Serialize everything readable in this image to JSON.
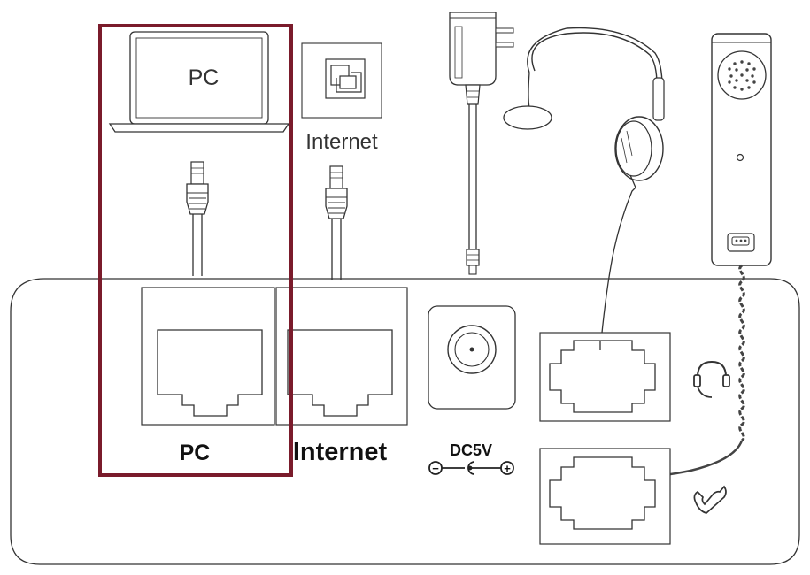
{
  "labels": {
    "laptop_label": "PC",
    "internet_label": "Internet",
    "pc_port_label": "PC",
    "internet_port_label": "Internet",
    "power_label": "DC5V",
    "polarity_minus": "−",
    "polarity_plus": "+"
  },
  "colors": {
    "highlight": "#7a1b2b",
    "line": "#333333"
  },
  "icons": {
    "headset_port": "headset-icon",
    "handset_port": "handset-icon"
  }
}
